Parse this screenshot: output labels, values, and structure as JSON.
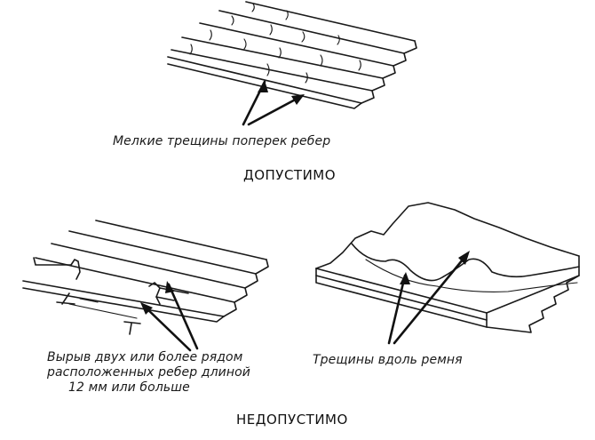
{
  "top_section": {
    "caption": "Мелкие трещины поперек ребер",
    "verdict": "ДОПУСТИМО"
  },
  "bottom_section": {
    "left_caption_lines": [
      "Вырыв двух или более рядом",
      "расположенных ребер длиной",
      "12 мм или больше"
    ],
    "right_caption": "Трещины вдоль ремня",
    "verdict": "НЕДОПУСТИМО"
  },
  "colors": {
    "ink": "#1a1a1a",
    "background": "#ffffff"
  }
}
